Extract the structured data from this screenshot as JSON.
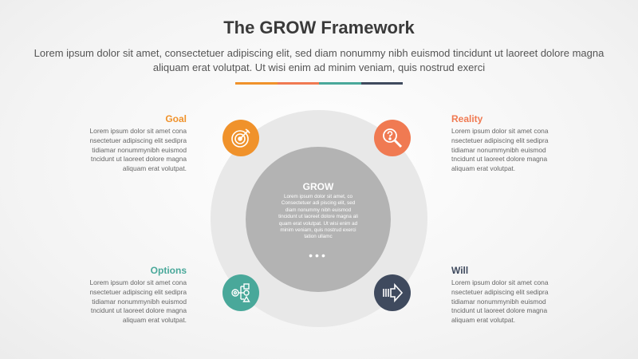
{
  "header": {
    "title": "The GROW Framework",
    "subtitle": "Lorem ipsum dolor sit amet, consectetuer adipiscing elit, sed diam nonummy nibh euismod tincidunt ut laoreet dolore magna aliquam erat volutpat. Ut wisi enim ad minim veniam, quis nostrud exerci"
  },
  "divider_colors": [
    "#f0922b",
    "#f07a52",
    "#49a89a",
    "#3f4a5e"
  ],
  "center": {
    "title": "GROW",
    "text": "Lorem ipsum dolor sit amet, co Consectetuer adi piscing elit, sed diam nonummy nibh euismod tincidunt ut laoreet dolore magna ali quam erat volutpat. Ut wisi enim ad minim veniam, quis nostrud exerci tation ullamc",
    "dots": "•••"
  },
  "steps": {
    "goal": {
      "label": "Goal",
      "color": "#f0922b",
      "icon": "target-icon",
      "text": "Lorem ipsum dolor sit amet cona nsectetuer adipiscing elit sedipra tidiamar nonummynibh euismod tncidunt ut laoreet dolore magna aliquam erat volutpat."
    },
    "reality": {
      "label": "Reality",
      "color": "#f07a52",
      "icon": "search-question-icon",
      "text": "Lorem ipsum dolor sit amet cona nsectetuer adipiscing elit sedipra tidiamar nonummynibh euismod tncidunt ut laoreet dolore magna aliquam erat volutpat."
    },
    "options": {
      "label": "Options",
      "color": "#49a89a",
      "icon": "options-flow-icon",
      "text": "Lorem ipsum dolor sit amet cona nsectetuer adipiscing elit sedipra tidiamar nonummynibh euismod tncidunt ut laoreet dolore magna aliquam erat volutpat."
    },
    "will": {
      "label": "Will",
      "color": "#3f4a5e",
      "icon": "arrow-right-icon",
      "text": "Lorem ipsum dolor sit amet cona nsectetuer adipiscing elit sedipra tidiamar nonummynibh euismod tncidunt ut laoreet dolore magna aliquam erat volutpat."
    }
  }
}
